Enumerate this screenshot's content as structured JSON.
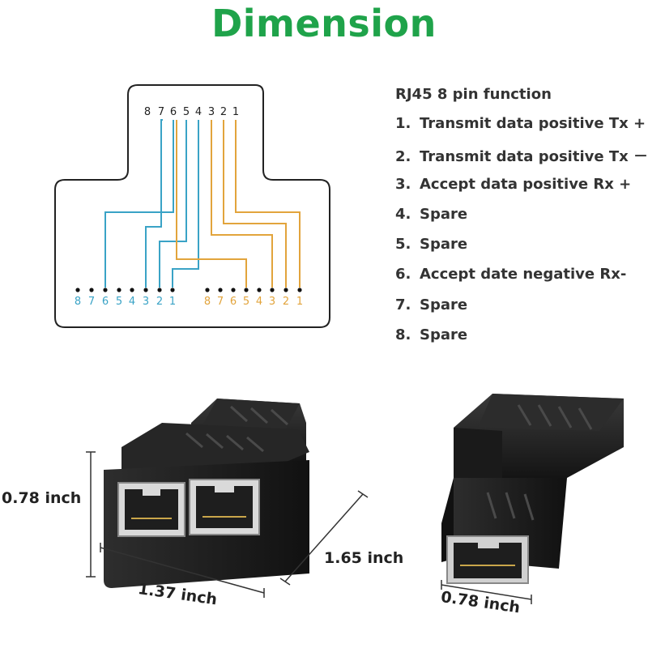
{
  "title": "Dimension",
  "pin_function": {
    "heading": "RJ45 8 pin function",
    "items": [
      {
        "num": "1.",
        "text": "Transmit data positive  Tx +"
      },
      {
        "num": "2.",
        "text": "Transmit data positive  Tx －"
      },
      {
        "num": "3.",
        "text": "Accept data positive Rx +"
      },
      {
        "num": "4.",
        "text": "Spare"
      },
      {
        "num": "5.",
        "text": "Spare"
      },
      {
        "num": "6.",
        "text": "Accept date negative Rx-"
      },
      {
        "num": "7.",
        "text": "Spare"
      },
      {
        "num": "8.",
        "text": "Spare"
      }
    ]
  },
  "diagram": {
    "top_pins": [
      "8",
      "7",
      "6",
      "5",
      "4",
      "3",
      "2",
      "1"
    ],
    "left_pins": [
      "8",
      "7",
      "6",
      "5",
      "4",
      "3",
      "2",
      "1"
    ],
    "right_pins": [
      "8",
      "7",
      "6",
      "5",
      "4",
      "3",
      "2",
      "1"
    ],
    "colors": {
      "blue": "#3aa3c6",
      "orange": "#e2a43c",
      "outline": "#222222"
    }
  },
  "dimensions": {
    "height_left": "0.78 inch",
    "width_front": "1.37 inch",
    "depth": "1.65 inch",
    "width_right": "0.78 inch"
  }
}
